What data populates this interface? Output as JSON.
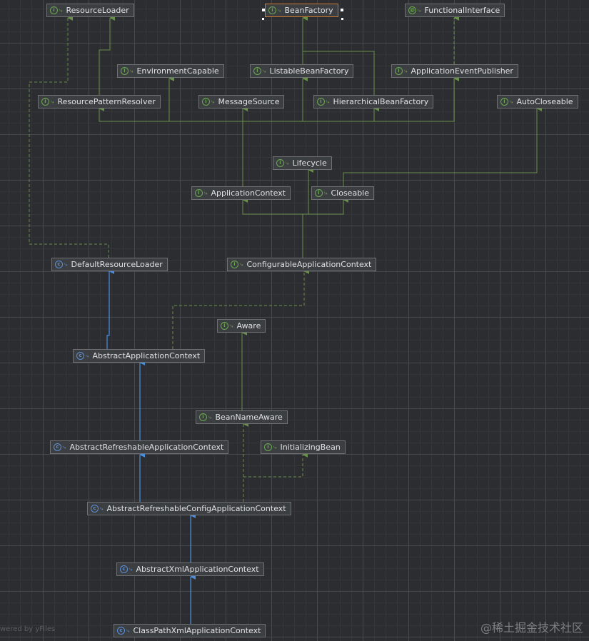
{
  "diagram": {
    "interface_icon": "i",
    "class_icon": "c",
    "annotation_icon": "@",
    "link_icon": "⤷",
    "nodes": {
      "resource_loader": "ResourceLoader",
      "bean_factory": "BeanFactory",
      "functional_interface": "FunctionalInterface",
      "environment_capable": "EnvironmentCapable",
      "listable_bean_factory": "ListableBeanFactory",
      "application_event_publisher": "ApplicationEventPublisher",
      "resource_pattern_resolver": "ResourcePatternResolver",
      "message_source": "MessageSource",
      "hierarchical_bean_factory": "HierarchicalBeanFactory",
      "auto_closeable": "AutoCloseable",
      "lifecycle": "Lifecycle",
      "application_context": "ApplicationContext",
      "closeable": "Closeable",
      "default_resource_loader": "DefaultResourceLoader",
      "configurable_application_context": "ConfigurableApplicationContext",
      "aware": "Aware",
      "abstract_application_context": "AbstractApplicationContext",
      "bean_name_aware": "BeanNameAware",
      "abstract_refreshable_application_context": "AbstractRefreshableApplicationContext",
      "initializing_bean": "InitializingBean",
      "abstract_refreshable_config_application_context": "AbstractRefreshableConfigApplicationContext",
      "abstract_xml_application_context": "AbstractXmlApplicationContext",
      "class_path_xml_application_context": "ClassPathXmlApplicationContext"
    }
  },
  "footer": {
    "watermark": "@稀土掘金技术社区",
    "powered_by": "wered by yFiles"
  },
  "colors": {
    "background": "#2b2d30",
    "interface_edge": "#6a8f4a",
    "class_edge": "#4a90e2",
    "selected_border": "#d07a31"
  }
}
